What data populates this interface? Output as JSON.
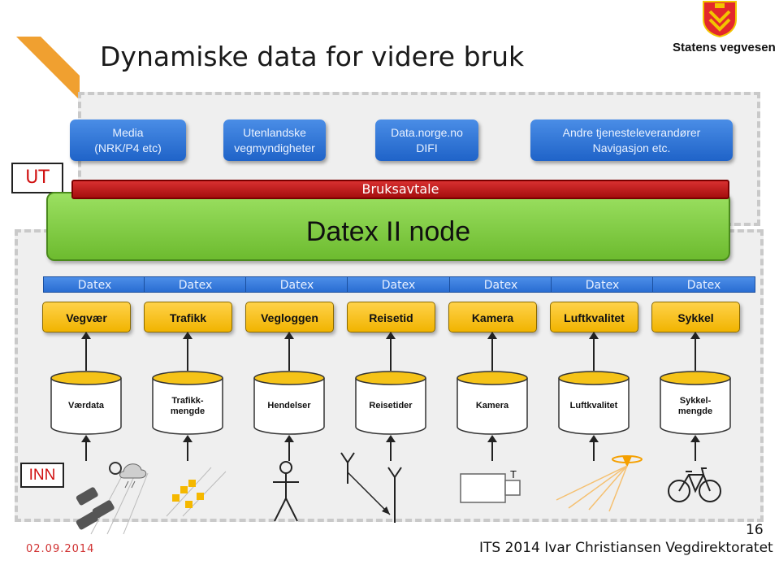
{
  "slide": {
    "title": "Dynamiske data for videre bruk",
    "brand": "Statens vegvesen",
    "label_ut": "UT",
    "label_inn": "INN",
    "bruksavtale": "Bruksavtale",
    "node": "Datex II node"
  },
  "consumers": [
    {
      "text": "Media\n(NRK/P4 etc)"
    },
    {
      "text": "Utenlandske\nvegmyndigheter"
    },
    {
      "text": "Data.norge.no\nDIFI"
    },
    {
      "text": "Andre tjenesteleverandører\nNavigasjon etc."
    }
  ],
  "datex_label": "Datex",
  "categories": [
    "Vegvær",
    "Trafikk",
    "Vegloggen",
    "Reisetid",
    "Kamera",
    "Luftkvalitet",
    "Sykkel"
  ],
  "sources": [
    "Værdata",
    "Trafikk-\nmengde",
    "Hendelser",
    "Reisetider",
    "Kamera",
    "Luftkvalitet",
    "Sykkel-\nmengde"
  ],
  "camera_label": "T",
  "footer": {
    "date": "02.09.2014",
    "right": "ITS 2014  Ivar Christiansen  Vegdirektoratet",
    "page": "16"
  }
}
